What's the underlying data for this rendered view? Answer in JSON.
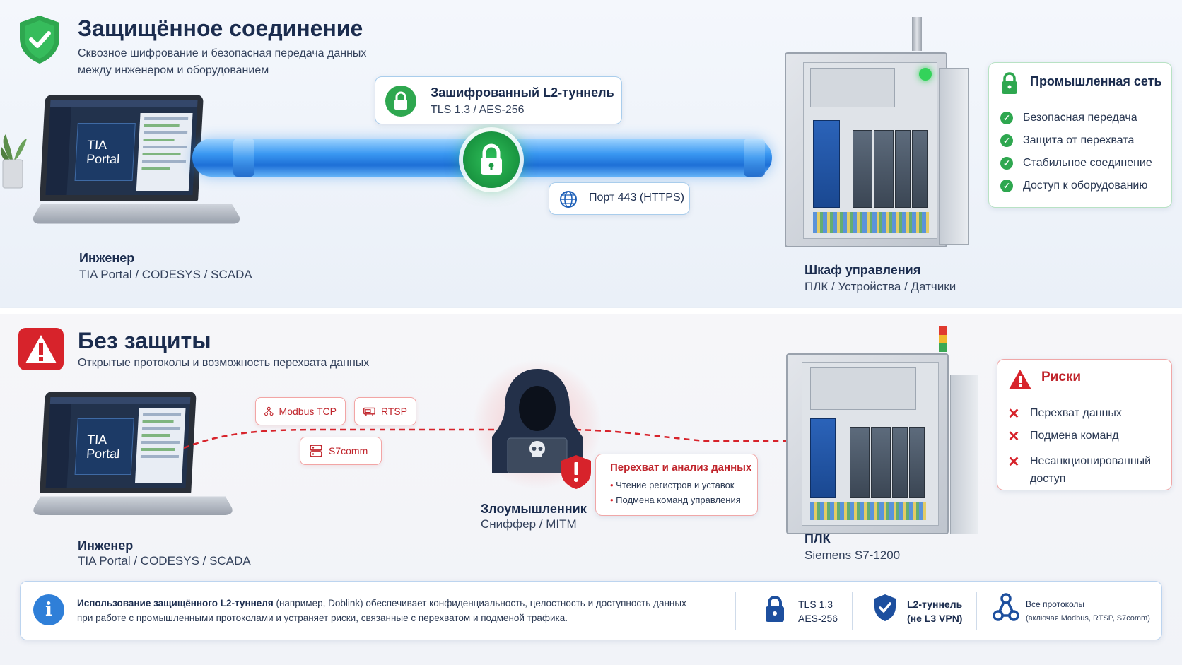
{
  "secure": {
    "title": "Защищённое соединение",
    "subtitle_line1": "Сквозное шифрование и безопасная передача данных",
    "subtitle_line2": "между инженером и оборудованием",
    "engineer_label": "Инженер",
    "engineer_sub": "TIA Portal / CODESYS / SCADA",
    "laptop_screen_text_line1": "TIA",
    "laptop_screen_text_line2": "Portal",
    "tunnel_title": "Зашифрованный L2-туннель",
    "tunnel_sub": "TLS 1.3 / AES-256",
    "port_label": "Порт 443 (HTTPS)",
    "cabinet_label": "Шкаф управления",
    "cabinet_sub": "ПЛК / Устройства / Датчики",
    "network_title": "Промышленная сеть",
    "network_items": [
      "Безопасная передача",
      "Защита от перехвата",
      "Стабильное соединение",
      "Доступ к оборудованию"
    ]
  },
  "insecure": {
    "title": "Без защиты",
    "subtitle": "Открытые протоколы и возможность перехвата данных",
    "engineer_label": "Инженер",
    "engineer_sub": "TIA Portal / CODESYS / SCADA",
    "laptop_screen_text_line1": "TIA",
    "laptop_screen_text_line2": "Portal",
    "protocols": [
      "Modbus TCP",
      "RTSP",
      "S7comm"
    ],
    "attacker_label": "Злоумышленник",
    "attacker_sub": "Сниффер / MITM",
    "intercept_title": "Перехват и анализ данных",
    "intercept_items": [
      "Чтение регистров и уставок",
      "Подмена команд управления"
    ],
    "plc_label": "ПЛК",
    "plc_sub": "Siemens S7-1200",
    "risks_title": "Риски",
    "risks_items": [
      "Перехват данных",
      "Подмена команд",
      "Несанкционированный",
      "доступ"
    ]
  },
  "footer": {
    "text_bold": "Использование защищённого L2-туннеля",
    "text_rest": " (например, Doblink) обеспечивает конфиденциальность, целостность и доступность данных",
    "text_line2": "при работе с промышленными протоколами и устраняет риски, связанные с перехватом и подменой трафика.",
    "feature1_line1": "TLS 1.3",
    "feature1_line2": "AES-256",
    "feature2_line1": "L2-туннель",
    "feature2_line2": "(не L3 VPN)",
    "feature3_line1": "Все протоколы",
    "feature3_line2": "(включая Modbus, RTSP, S7comm)"
  },
  "colors": {
    "secure_green": "#2ea74f",
    "danger_red": "#d7232b",
    "tunnel_blue": "#2f8ef0",
    "title_navy": "#1b2c4e"
  },
  "icons": [
    "shield-check-icon",
    "warning-triangle-icon",
    "padlock-icon",
    "globe-icon",
    "network-icon",
    "router-icon",
    "server-icon",
    "check-icon",
    "x-icon",
    "info-icon",
    "hacker-icon",
    "skull-icon"
  ]
}
